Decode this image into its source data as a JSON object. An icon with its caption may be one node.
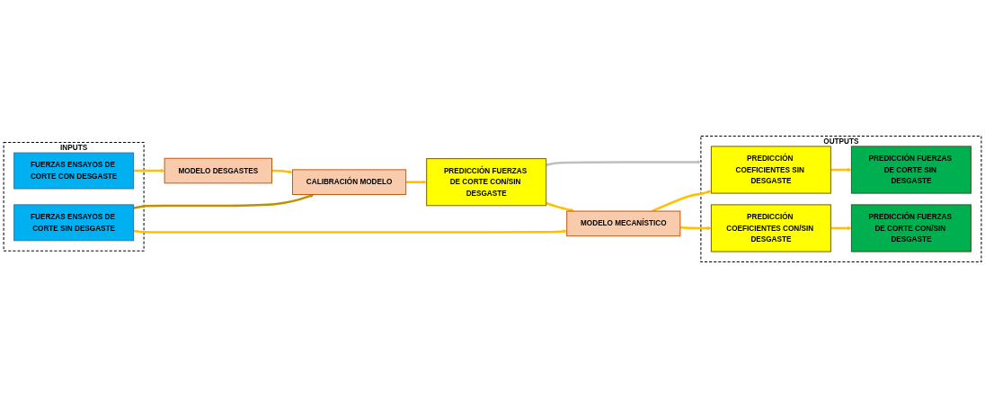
{
  "diagram": {
    "nodes": [
      {
        "text": [
          "INPUTS"
        ]
      },
      {
        "text": [
          "FUERZAS ENSAYOS DE CORTE SIN DESGASTE"
        ],
        "in": 0
      },
      {
        "text": [
          "FUERZAS ENSAYOS DE CORTE CON DESGASTE"
        ],
        "in": 0
      },
      {
        "text": [
          "MODELO MECANÍSTICO"
        ]
      },
      {
        "text": [
          "OUTPUTS"
        ]
      },
      {
        "text": [
          "PREDICCIÓN COEFICIENTES SIN DESGASTE"
        ],
        "in": 4
      },
      {
        "text": [
          "PREDICCIÓN FUERZAS DE CORTE SIN DESGASTE"
        ],
        "in": 4
      },
      {
        "text": [
          "PREDICCIÓN COEFICIENTES CON/SIN DESGASTE"
        ],
        "in": 4
      },
      {
        "text": [
          "PREDICCIÓN FUERZAS DE CORTE CON/SIN DESGASTE"
        ],
        "in": 4
      },
      {
        "text": [
          "MODELO DESGASTES"
        ]
      },
      {
        "text": [
          "CALIBRACIÓN MODELO"
        ]
      },
      {
        "text": [
          "PREDICCIÓN FUERZAS DE CORTE CON/SIN DESGASTE"
        ]
      }
    ],
    "edges": [
      {
        "from": 1,
        "to": 3,
        "arrow": "to"
      },
      {
        "from": 11,
        "to": 3,
        "arrow": "to"
      },
      {
        "from": 3,
        "to": 5,
        "arrow": "to"
      },
      {
        "from": 3,
        "to": 7,
        "arrow": "to"
      },
      {
        "from": 5,
        "to": 6,
        "arrow": "to"
      },
      {
        "from": 7,
        "to": 8,
        "arrow": "to"
      },
      {
        "from": 1,
        "to": 10,
        "arrow": "to",
        "color": "#bf9000"
      },
      {
        "from": 2,
        "to": 9,
        "arrow": "to"
      },
      {
        "from": 9,
        "to": 10,
        "arrow": "to"
      },
      {
        "from": 10,
        "to": 11,
        "arrow": "to"
      },
      {
        "from": 11,
        "to": 4,
        "arrow": "to",
        "color": "#bfbfbf"
      }
    ]
  }
}
